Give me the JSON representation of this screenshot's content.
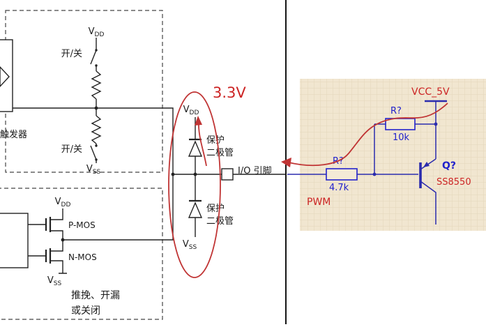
{
  "colors": {
    "schematic_black": "#222222",
    "annotation_red": "#c03434",
    "label_red": "#cc2424",
    "component_blue": "#2222cc",
    "wire_blue": "#2b2bad",
    "panel_beige": "#f1e6d0"
  },
  "mcu_gpio": {
    "vdd_base": "V",
    "vdd_sub": "DD",
    "vss_base": "V",
    "vss_sub": "SS",
    "switch_top": "开/关",
    "switch_bottom": "开/关",
    "trigger": "触发器",
    "pmos": "P-MOS",
    "nmos": "N-MOS",
    "mode_line1": "推挽、开漏",
    "mode_line2": "或关闭"
  },
  "pin": {
    "upper_diode_l1": "保护",
    "upper_diode_l2": "二极管",
    "lower_diode_l1": "保护",
    "lower_diode_l2": "二极管",
    "io_label": "I/O 引脚",
    "voltage_note": "3.3V"
  },
  "external_circuit": {
    "vcc": "VCC_5V",
    "pullup_name": "R?",
    "pullup_value": "10k",
    "series_name": "R?",
    "series_value": "4.7k",
    "input_signal": "PWM",
    "transistor_name": "Q?",
    "transistor_model": "SS8550"
  }
}
